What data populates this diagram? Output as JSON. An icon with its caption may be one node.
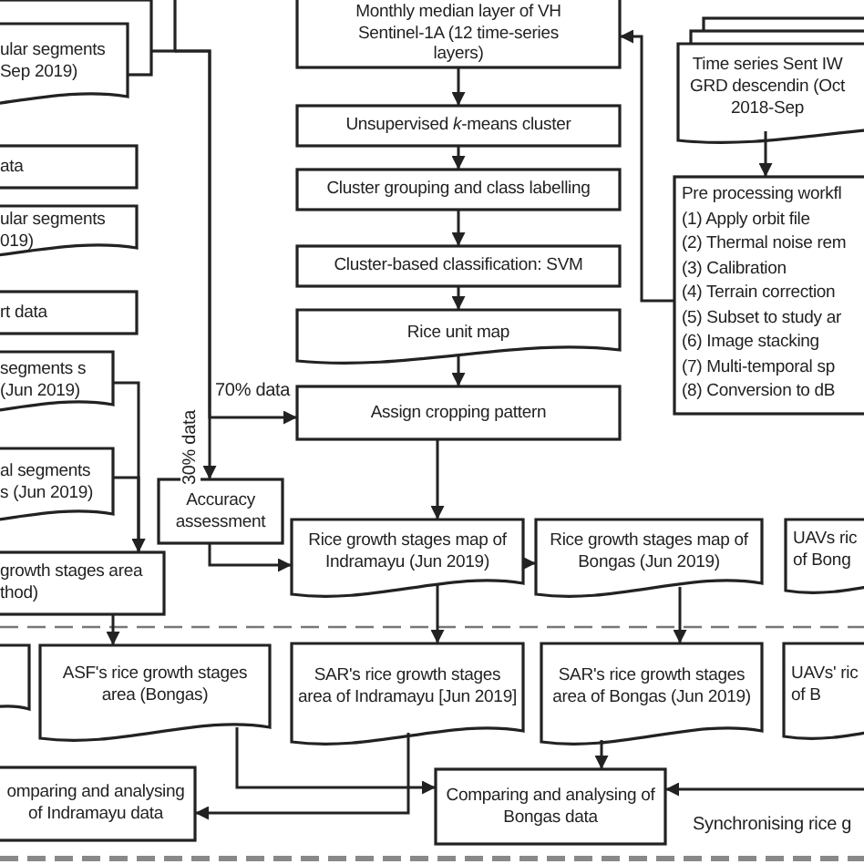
{
  "diagram": {
    "nodes": [
      {
        "text": [
          "ular segments Sep 2019)"
        ]
      },
      {
        "text": [
          "ata"
        ]
      },
      {
        "text": [
          "ular segments 019)"
        ]
      },
      {
        "text": [
          "rt data"
        ]
      },
      {
        "text": [
          "segments s (Jun 2019)"
        ]
      },
      {
        "text": [
          "al segments s (Jun 2019)"
        ]
      },
      {
        "text": [
          "Accuracy assessment"
        ]
      },
      {
        "text": [
          "growth stages area thod)"
        ]
      },
      {
        "text": [],
        "shape": "box"
      },
      {
        "text": [
          "ASF's rice growth stages area (Bongas)"
        ]
      },
      {
        "text": [
          "omparing and analysing of Indramayu data"
        ]
      },
      {
        "text": [
          "Monthly median layer of VH Sentinel-1A (12 time-series layers)"
        ]
      },
      {
        "text": [
          "Unsupervised *k*-means cluster"
        ]
      },
      {
        "text": [
          "Cluster grouping and class labelling"
        ]
      },
      {
        "text": [
          "Cluster-based classification: SVM"
        ]
      },
      {
        "text": [
          "Rice unit map"
        ]
      },
      {
        "text": [
          "Assign cropping pattern"
        ]
      },
      {
        "text": [
          "Rice growth stages map of Indramayu (Jun 2019)"
        ]
      },
      {
        "text": [
          "Rice growth stages map of Bongas (Jun 2019)"
        ]
      },
      {
        "text": [
          "UAVs ric of Bong"
        ]
      },
      {
        "text": [
          "SAR's rice growth stages area of Indramayu [Jun 2019]"
        ]
      },
      {
        "text": [
          "SAR's rice growth stages area of Bongas (Jun 2019)"
        ]
      },
      {
        "text": [
          "UAVs' ric of B"
        ]
      },
      {
        "text": [
          "Comparing and analysing of Bongas data"
        ]
      },
      {
        "text": [
          "Time series Sent IW GRD descendin (Oct 2018-Sep"
        ]
      },
      {
        "text": [
          "Pre processing workfl",
          "(1) Apply orbit file",
          "(2) Thermal noise rem",
          "(3) Calibration",
          "(4) Terrain correction",
          "(5) Subset to study ar",
          "(6) Image stacking",
          "(7) Multi-temporal sp",
          "(8) Conversion to dB"
        ]
      }
    ],
    "edges": [
      {
        "from": 0,
        "to": 16,
        "arrow": "to",
        "label": "70% data"
      },
      {
        "from": 0,
        "to": 6,
        "arrow": "to",
        "label": "30% data"
      },
      {
        "from": 4,
        "to": 7,
        "arrow": "to"
      },
      {
        "from": 5,
        "to": 7,
        "arrow": "to"
      },
      {
        "from": 6,
        "to": 17,
        "arrow": "to"
      },
      {
        "from": 7,
        "to": 9,
        "arrow": "to"
      },
      {
        "from": 9,
        "to": 23,
        "arrow": "to"
      },
      {
        "from": 20,
        "to": 10,
        "arrow": "to"
      },
      {
        "from": 11,
        "to": 12,
        "arrow": "to"
      },
      {
        "from": 12,
        "to": 13,
        "arrow": "to"
      },
      {
        "from": 13,
        "to": 14,
        "arrow": "to"
      },
      {
        "from": 14,
        "to": 15,
        "arrow": "to"
      },
      {
        "from": 15,
        "to": 16,
        "arrow": "to"
      },
      {
        "from": 16,
        "to": 17,
        "arrow": "to"
      },
      {
        "from": 17,
        "to": 18,
        "arrow": "to"
      },
      {
        "from": 17,
        "to": 20,
        "arrow": "to"
      },
      {
        "from": 18,
        "to": 21,
        "arrow": "to"
      },
      {
        "from": 21,
        "to": 23,
        "arrow": "to"
      },
      {
        "from": 24,
        "to": 25,
        "arrow": "to"
      },
      {
        "from": 25,
        "to": 11,
        "arrow": "to"
      },
      {
        "from": null,
        "to": 23,
        "arrow": "to"
      }
    ],
    "labels": [
      "Synchronising rice g"
    ]
  }
}
